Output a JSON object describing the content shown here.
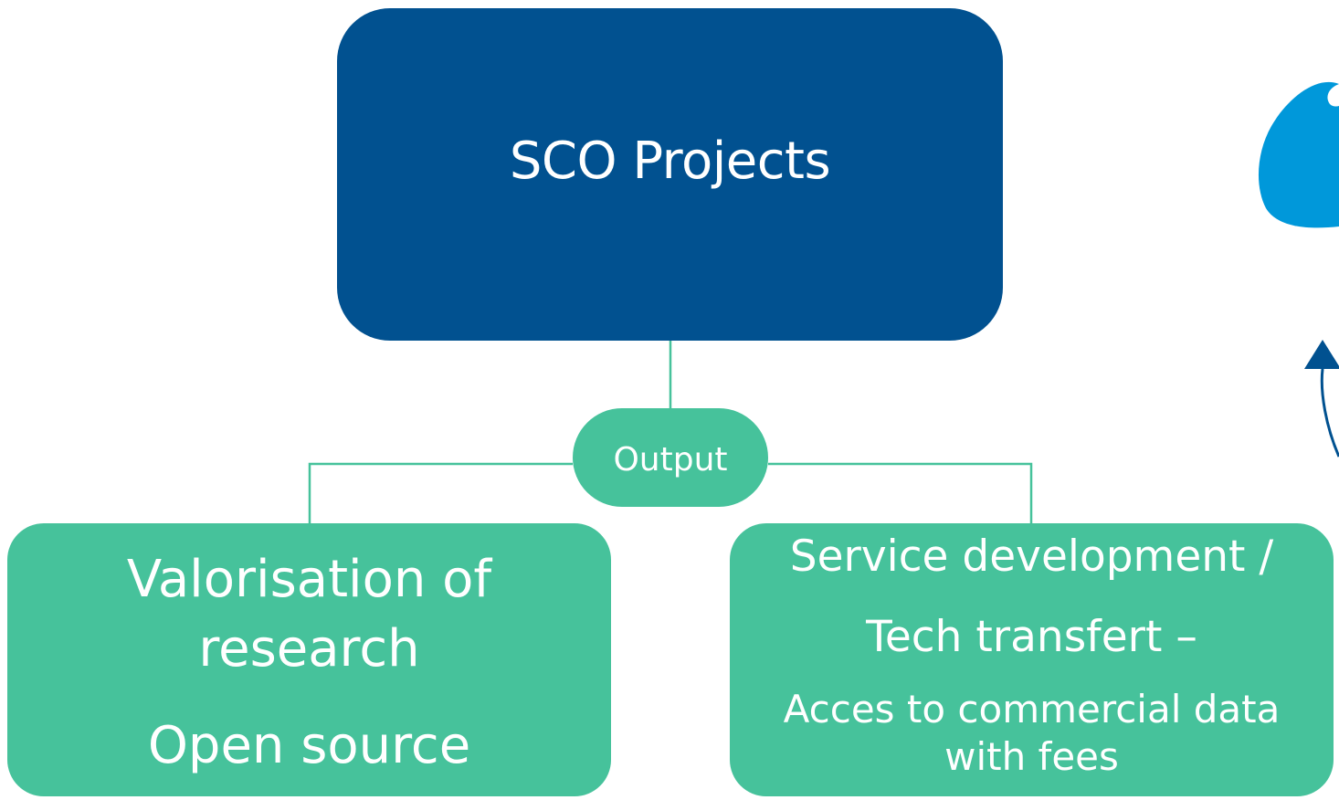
{
  "diagram": {
    "root": {
      "label": "SCO Projects",
      "color": "#015190"
    },
    "connector": {
      "label": "Output",
      "color": "#46c29b"
    },
    "children": [
      {
        "lines": [
          "Valorisation of",
          "research",
          "Open source"
        ],
        "color": "#46c29b"
      },
      {
        "lines": [
          "Service development /",
          "Tech transfert –",
          "Acces to commercial data",
          "with fees"
        ],
        "color": "#46c29b"
      }
    ],
    "line_color": "#46c29b",
    "arrow_color": "#015190",
    "partial_shape_color": "#0098da"
  }
}
